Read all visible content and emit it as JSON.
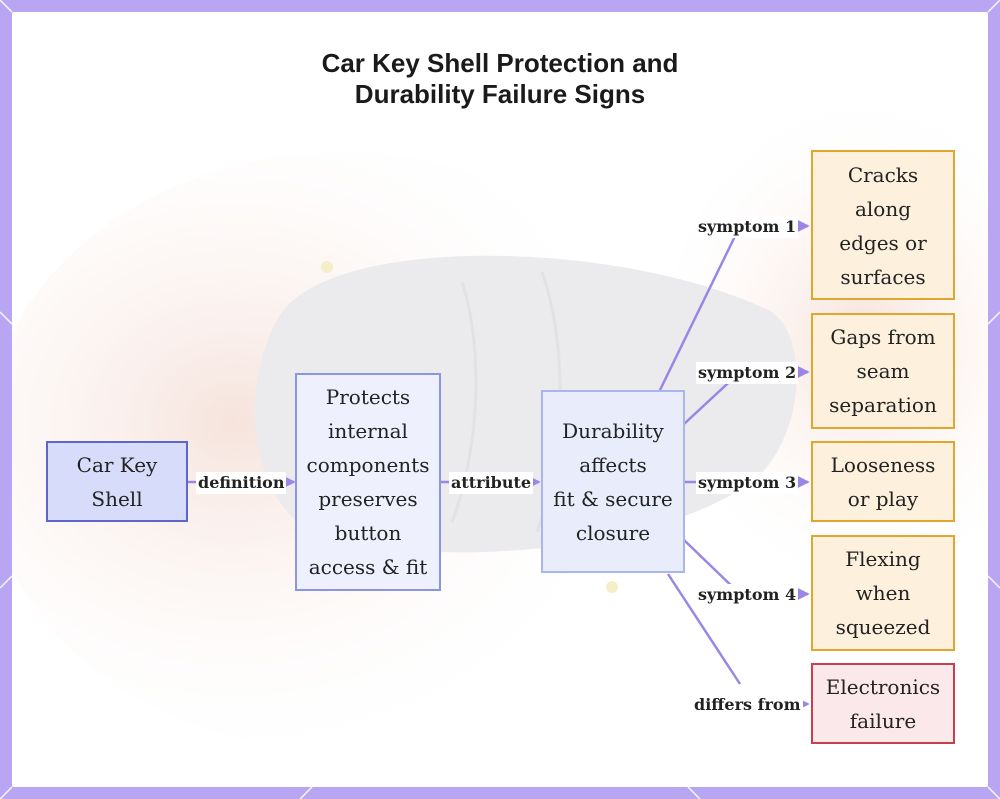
{
  "title": {
    "line1": "Car Key Shell Protection and",
    "line2": "Durability Failure Signs"
  },
  "nodes": {
    "root": {
      "lines": [
        "Car Key",
        "Shell"
      ]
    },
    "definition": {
      "lines": [
        "Protects",
        "internal",
        "components",
        "preserves",
        "button",
        "access & fit"
      ]
    },
    "attribute": {
      "lines": [
        "Durability",
        "affects",
        "fit & secure",
        "closure"
      ]
    },
    "symptom1": {
      "lines": [
        "Cracks along",
        "edges or",
        "surfaces"
      ]
    },
    "symptom2": {
      "lines": [
        "Gaps from",
        "seam",
        "separation"
      ]
    },
    "symptom3": {
      "lines": [
        "Looseness",
        "or play"
      ]
    },
    "symptom4": {
      "lines": [
        "Flexing",
        "when",
        "squeezed"
      ]
    },
    "differs": {
      "lines": [
        "Electronics",
        "failure"
      ]
    }
  },
  "edges": {
    "definition": "definition",
    "attribute": "attribute",
    "symptom1": "symptom 1",
    "symptom2": "symptom 2",
    "symptom3": "symptom 3",
    "symptom4": "symptom 4",
    "differs": "differs from"
  },
  "colors": {
    "frame": "#b9a6f2",
    "edge": "#9b86e6",
    "root_border": "#5c67c9",
    "symptom_border": "#e0a630",
    "differs_border": "#c8404f"
  }
}
